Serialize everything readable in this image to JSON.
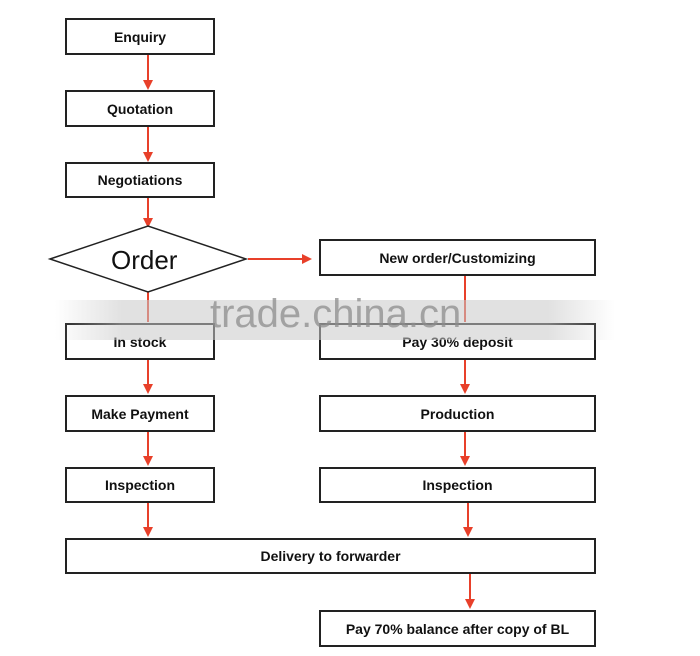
{
  "nodes": {
    "enquiry": "Enquiry",
    "quotation": "Quotation",
    "negotiations": "Negotiations",
    "order": "Order",
    "new_order": "New order/Customizing",
    "in_stock": "In stock",
    "pay_deposit": "Pay 30% deposit",
    "make_payment": "Make Payment",
    "production": "Production",
    "inspection_left": "Inspection",
    "inspection_right": "Inspection",
    "delivery": "Delivery to forwarder",
    "pay_balance": "Pay 70% balance after copy of BL"
  },
  "watermark": "trade.china.cn",
  "colors": {
    "arrow": "#e8402a",
    "border": "#222222"
  }
}
